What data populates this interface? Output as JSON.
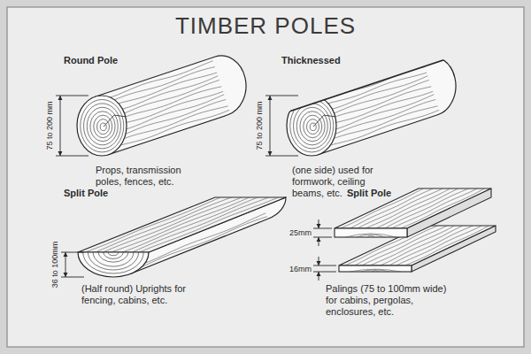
{
  "diagram": {
    "title": "TIMBER POLES",
    "labels": [
      "Round Pole",
      "75 to 200 mm",
      "Props, transmission poles, fences, etc.",
      "Thicknessed",
      "75 to 200 mm",
      "(one side) used for formwork, ceiling beams, etc.",
      "Split Pole",
      "36 to 100mm",
      "(Half round) Uprights for fencing, cabins, etc.",
      "Split Pole",
      "25mm",
      "16mm",
      "Palings (75 to 100mm wide) for cabins, pergolas, enclosures, etc."
    ]
  }
}
